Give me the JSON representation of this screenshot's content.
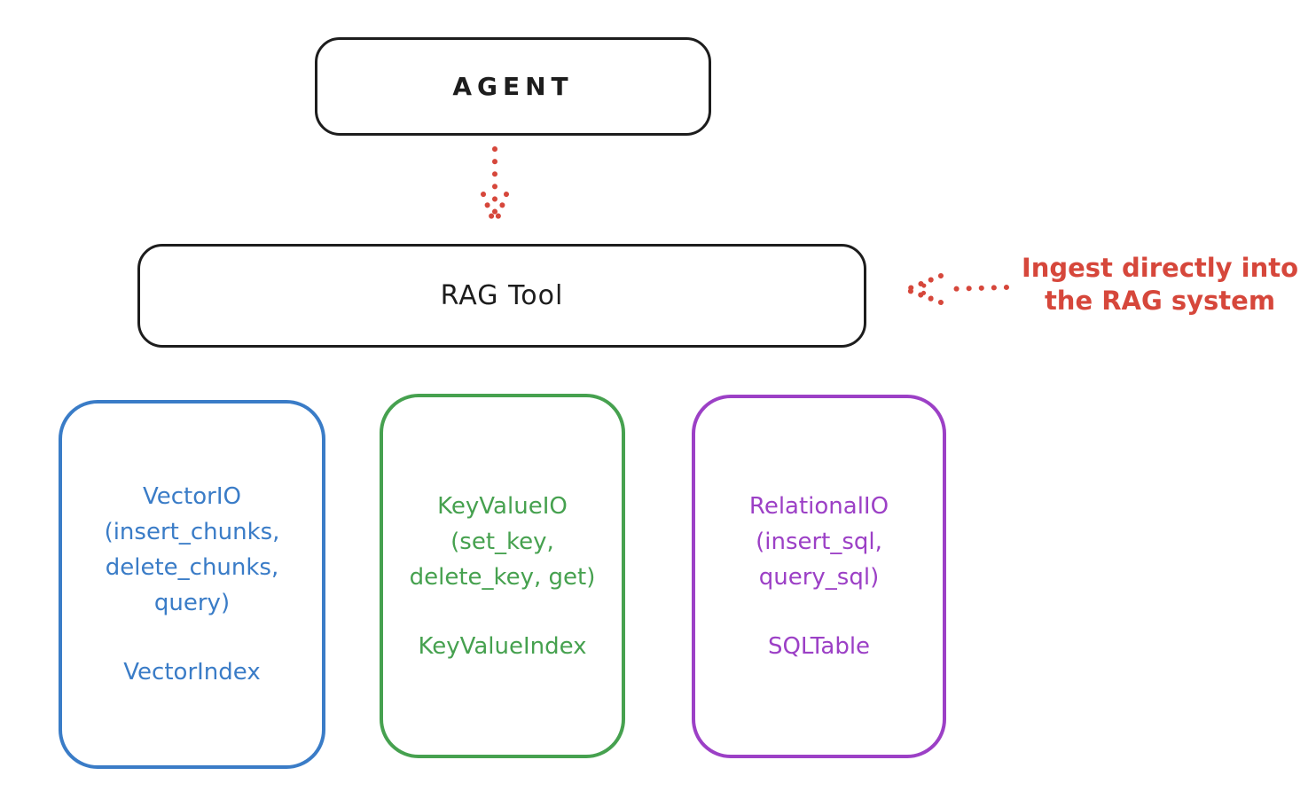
{
  "agent_box": {
    "label": "AGENT"
  },
  "rag_tool_box": {
    "label": "RAG Tool"
  },
  "annotation": {
    "line1": "Ingest directly into",
    "line2": "the RAG system"
  },
  "cards": [
    {
      "lines": [
        "VectorIO",
        "(insert_chunks,",
        "delete_chunks,",
        "query)"
      ],
      "footer": "VectorIndex",
      "accent": "#3a7cc7"
    },
    {
      "lines": [
        "KeyValueIO",
        "(set_key,",
        "delete_key, get)"
      ],
      "footer": "KeyValueIndex",
      "accent": "#46a14f"
    },
    {
      "lines": [
        "RelationalIO",
        "(insert_sql,",
        "query_sql)"
      ],
      "footer": "SQLTable",
      "accent": "#9c40c6"
    }
  ],
  "colors": {
    "box_stroke": "#1d1d1d",
    "annotation_red": "#d6473b",
    "background": "#ffffff"
  }
}
